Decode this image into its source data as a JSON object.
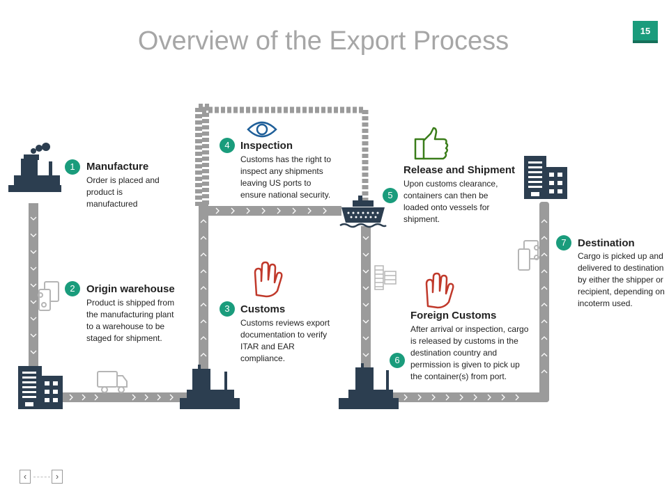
{
  "slide": {
    "title": "Overview of the Export Process",
    "page_number": "15"
  },
  "steps": [
    {
      "number": "1",
      "title": "Manufacture",
      "text": "Order is placed and product is manufactured"
    },
    {
      "number": "2",
      "title": "Origin warehouse",
      "text": "Product is shipped from the manufacturing plant to a warehouse to be staged for shipment."
    },
    {
      "number": "3",
      "title": "Customs",
      "text": "Customs reviews export documentation to verify ITAR and EAR compliance."
    },
    {
      "number": "4",
      "title": "Inspection",
      "text": "Customs has the right to inspect any shipments leaving US ports to ensure national security."
    },
    {
      "number": "5",
      "title": "Release and Shipment",
      "text": "Upon customs clearance, containers can then be loaded onto vessels for shipment."
    },
    {
      "number": "6",
      "title": "Foreign Customs",
      "text": "After arrival or inspection, cargo is released by customs in the destination country  and permission is given to pick up the container(s) from port."
    },
    {
      "number": "7",
      "title": "Destination",
      "text": "Cargo is picked up and delivered to destination by either the shipper or recipient, depending on incoterm  used."
    }
  ],
  "colors": {
    "accent": "#1a9c7c",
    "path": "#9b9b9b",
    "building": "#2c3e50",
    "stop_hand": "#c0392b",
    "thumbs_up": "#3a7d1a",
    "eye": "#1f5f99",
    "title": "#a6a6a6"
  },
  "icons": [
    "factory-icon",
    "office-building-icon",
    "truck-icon",
    "port-factory-icon",
    "eye-icon",
    "stop-hand-icon",
    "thumbs-up-icon",
    "ship-icon",
    "documents-icon",
    "container-crane-icon"
  ]
}
